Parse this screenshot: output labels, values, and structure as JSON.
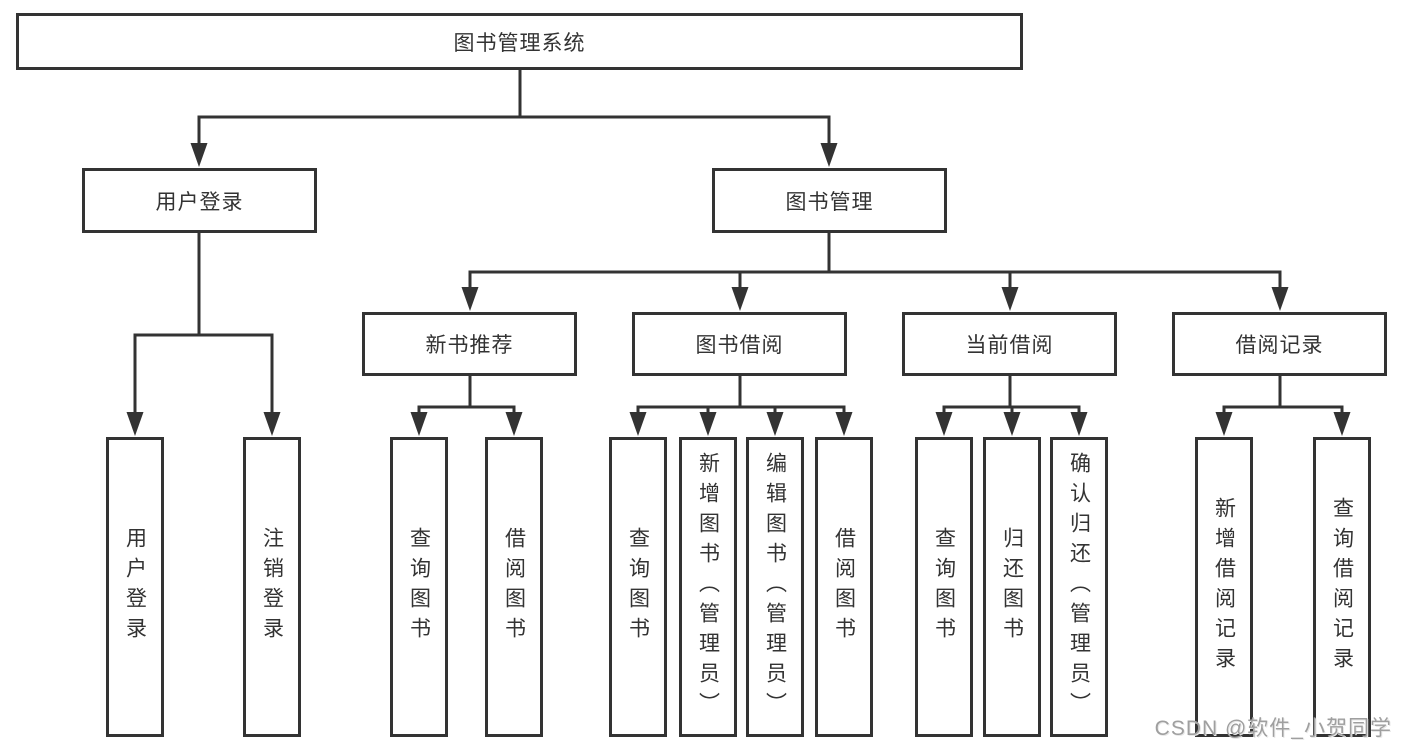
{
  "diagram": {
    "root_label": "图书管理系统",
    "level2": {
      "user_login": "用户登录",
      "book_management": "图书管理"
    },
    "level3": {
      "new_book": "新书推荐",
      "book_borrow": "图书借阅",
      "current_borrow": "当前借阅",
      "borrow_record": "借阅记录"
    },
    "leaves": {
      "user_login": [
        "用户登录",
        "注销登录"
      ],
      "new_book": [
        "查询图书",
        "借阅图书"
      ],
      "book_borrow": [
        "查询图书",
        "新增图书（管理员）",
        "编辑图书（管理员）",
        "借阅图书"
      ],
      "current_borrow": [
        "查询图书",
        "归还图书",
        "确认归还（管理员）"
      ],
      "borrow_record": [
        "新增借阅记录",
        "查询借阅记录"
      ]
    }
  },
  "watermark": {
    "text": "CSDN @软件_小贺同学"
  },
  "colors": {
    "line": "#333333",
    "box_border": "#333333",
    "box_background": "#ffffff",
    "text": "#333333",
    "watermark": "#9f9f9f",
    "background": "#ffffff"
  }
}
